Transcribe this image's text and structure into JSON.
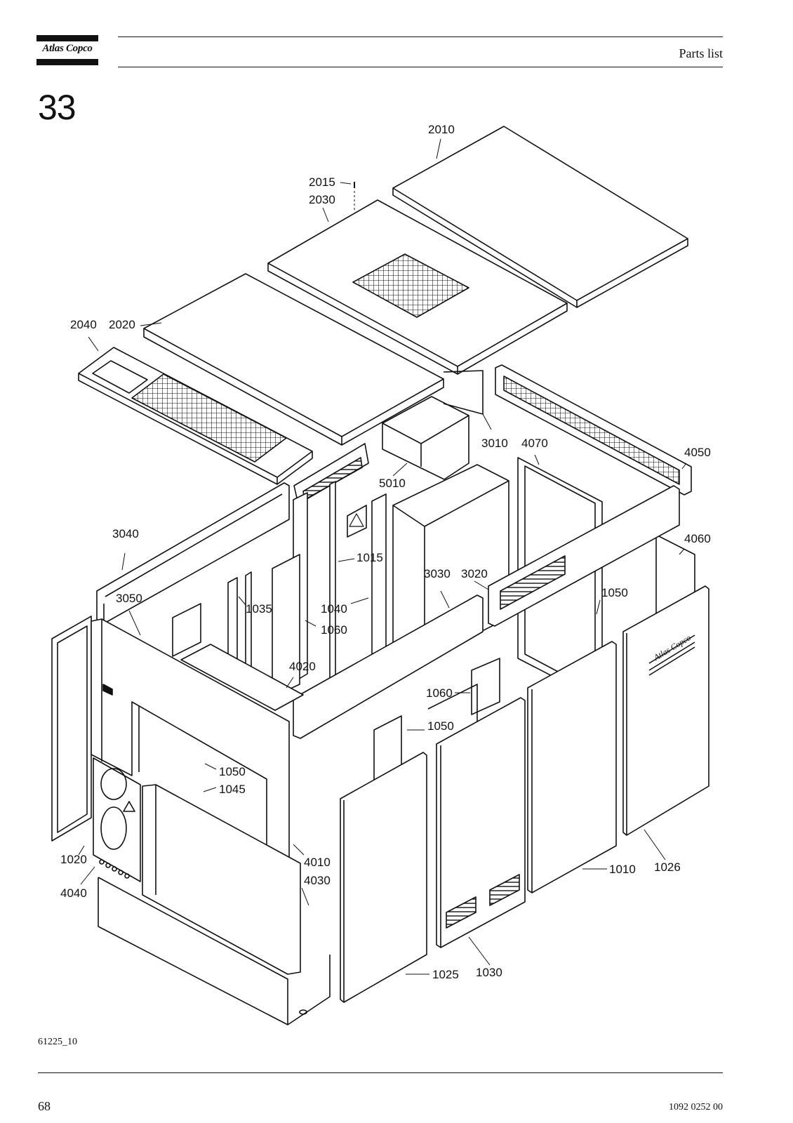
{
  "header": {
    "logo_text": "Atlas Copco",
    "section_title": "Parts list"
  },
  "section_number": "33",
  "drawing": {
    "callouts": [
      "2010",
      "2015",
      "2030",
      "2040",
      "2020",
      "3010",
      "4070",
      "4050",
      "5010",
      "3040",
      "1015",
      "4060",
      "3030",
      "3020",
      "1050",
      "3050",
      "1035",
      "1040",
      "1060",
      "4020",
      "1060",
      "1050",
      "1050",
      "1045",
      "1020",
      "4010",
      "4030",
      "4040",
      "1010",
      "1026",
      "1025",
      "1030"
    ],
    "panel_logo_text": "Atlas Copco"
  },
  "figure_id": "61225_10",
  "footer": {
    "page_number": "68",
    "doc_number": "1092 0252 00"
  }
}
